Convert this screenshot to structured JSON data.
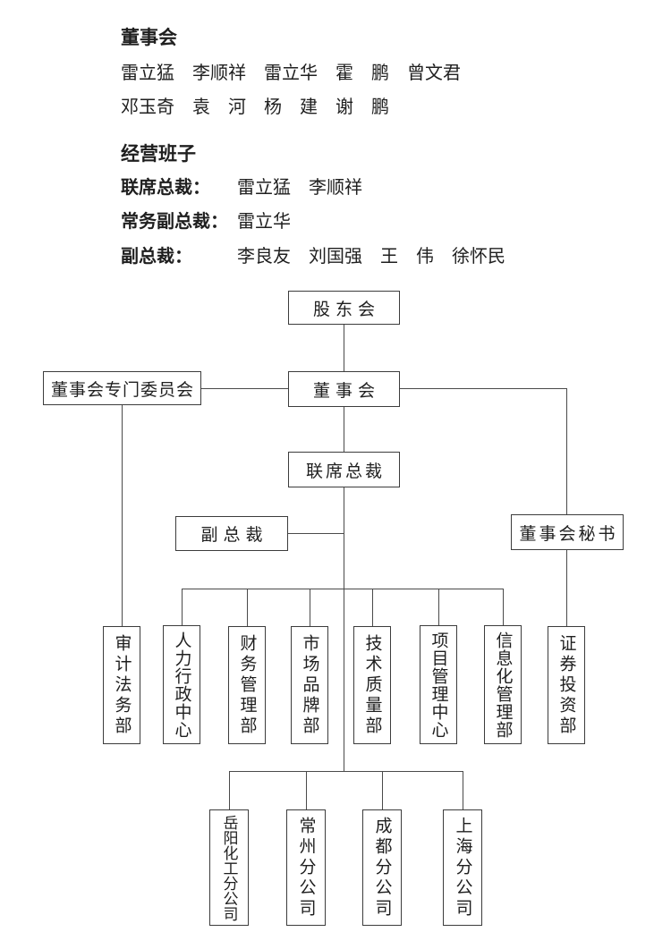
{
  "colors": {
    "background": "#ffffff",
    "text": "#1f1f1f",
    "line": "#4a4a4a",
    "box_border": "#3c3c3c"
  },
  "board_section": {
    "title": "董事会",
    "rows": [
      "雷立猛　李顺祥　雷立华　霍　鹏　曾文君",
      "邓玉奇　袁　河　杨　建　谢　鹏"
    ]
  },
  "management_section": {
    "title": "经营班子",
    "entries": [
      {
        "label": "联席总裁：",
        "value": "雷立猛　李顺祥"
      },
      {
        "label": "常务副总裁：",
        "value": "雷立华"
      },
      {
        "label": "副总裁：",
        "value": "李良友　刘国强　王　伟　徐怀民"
      }
    ]
  },
  "org_chart": {
    "nodes": {
      "shareholders": "股东会",
      "board": "董事会",
      "committee": "董事会专门委员会",
      "co_president": "联席总裁",
      "vice_president": "副总裁",
      "board_secretary": "董事会秘书"
    },
    "departments": [
      "审计法务部",
      "人力行政中心",
      "财务管理部",
      "市场品牌部",
      "技术质量部",
      "项目管理中心",
      "信息化管理部",
      "证券投资部"
    ],
    "branches": [
      "岳阳化工分公司",
      "常州分公司",
      "成都分公司",
      "上海分公司"
    ]
  }
}
